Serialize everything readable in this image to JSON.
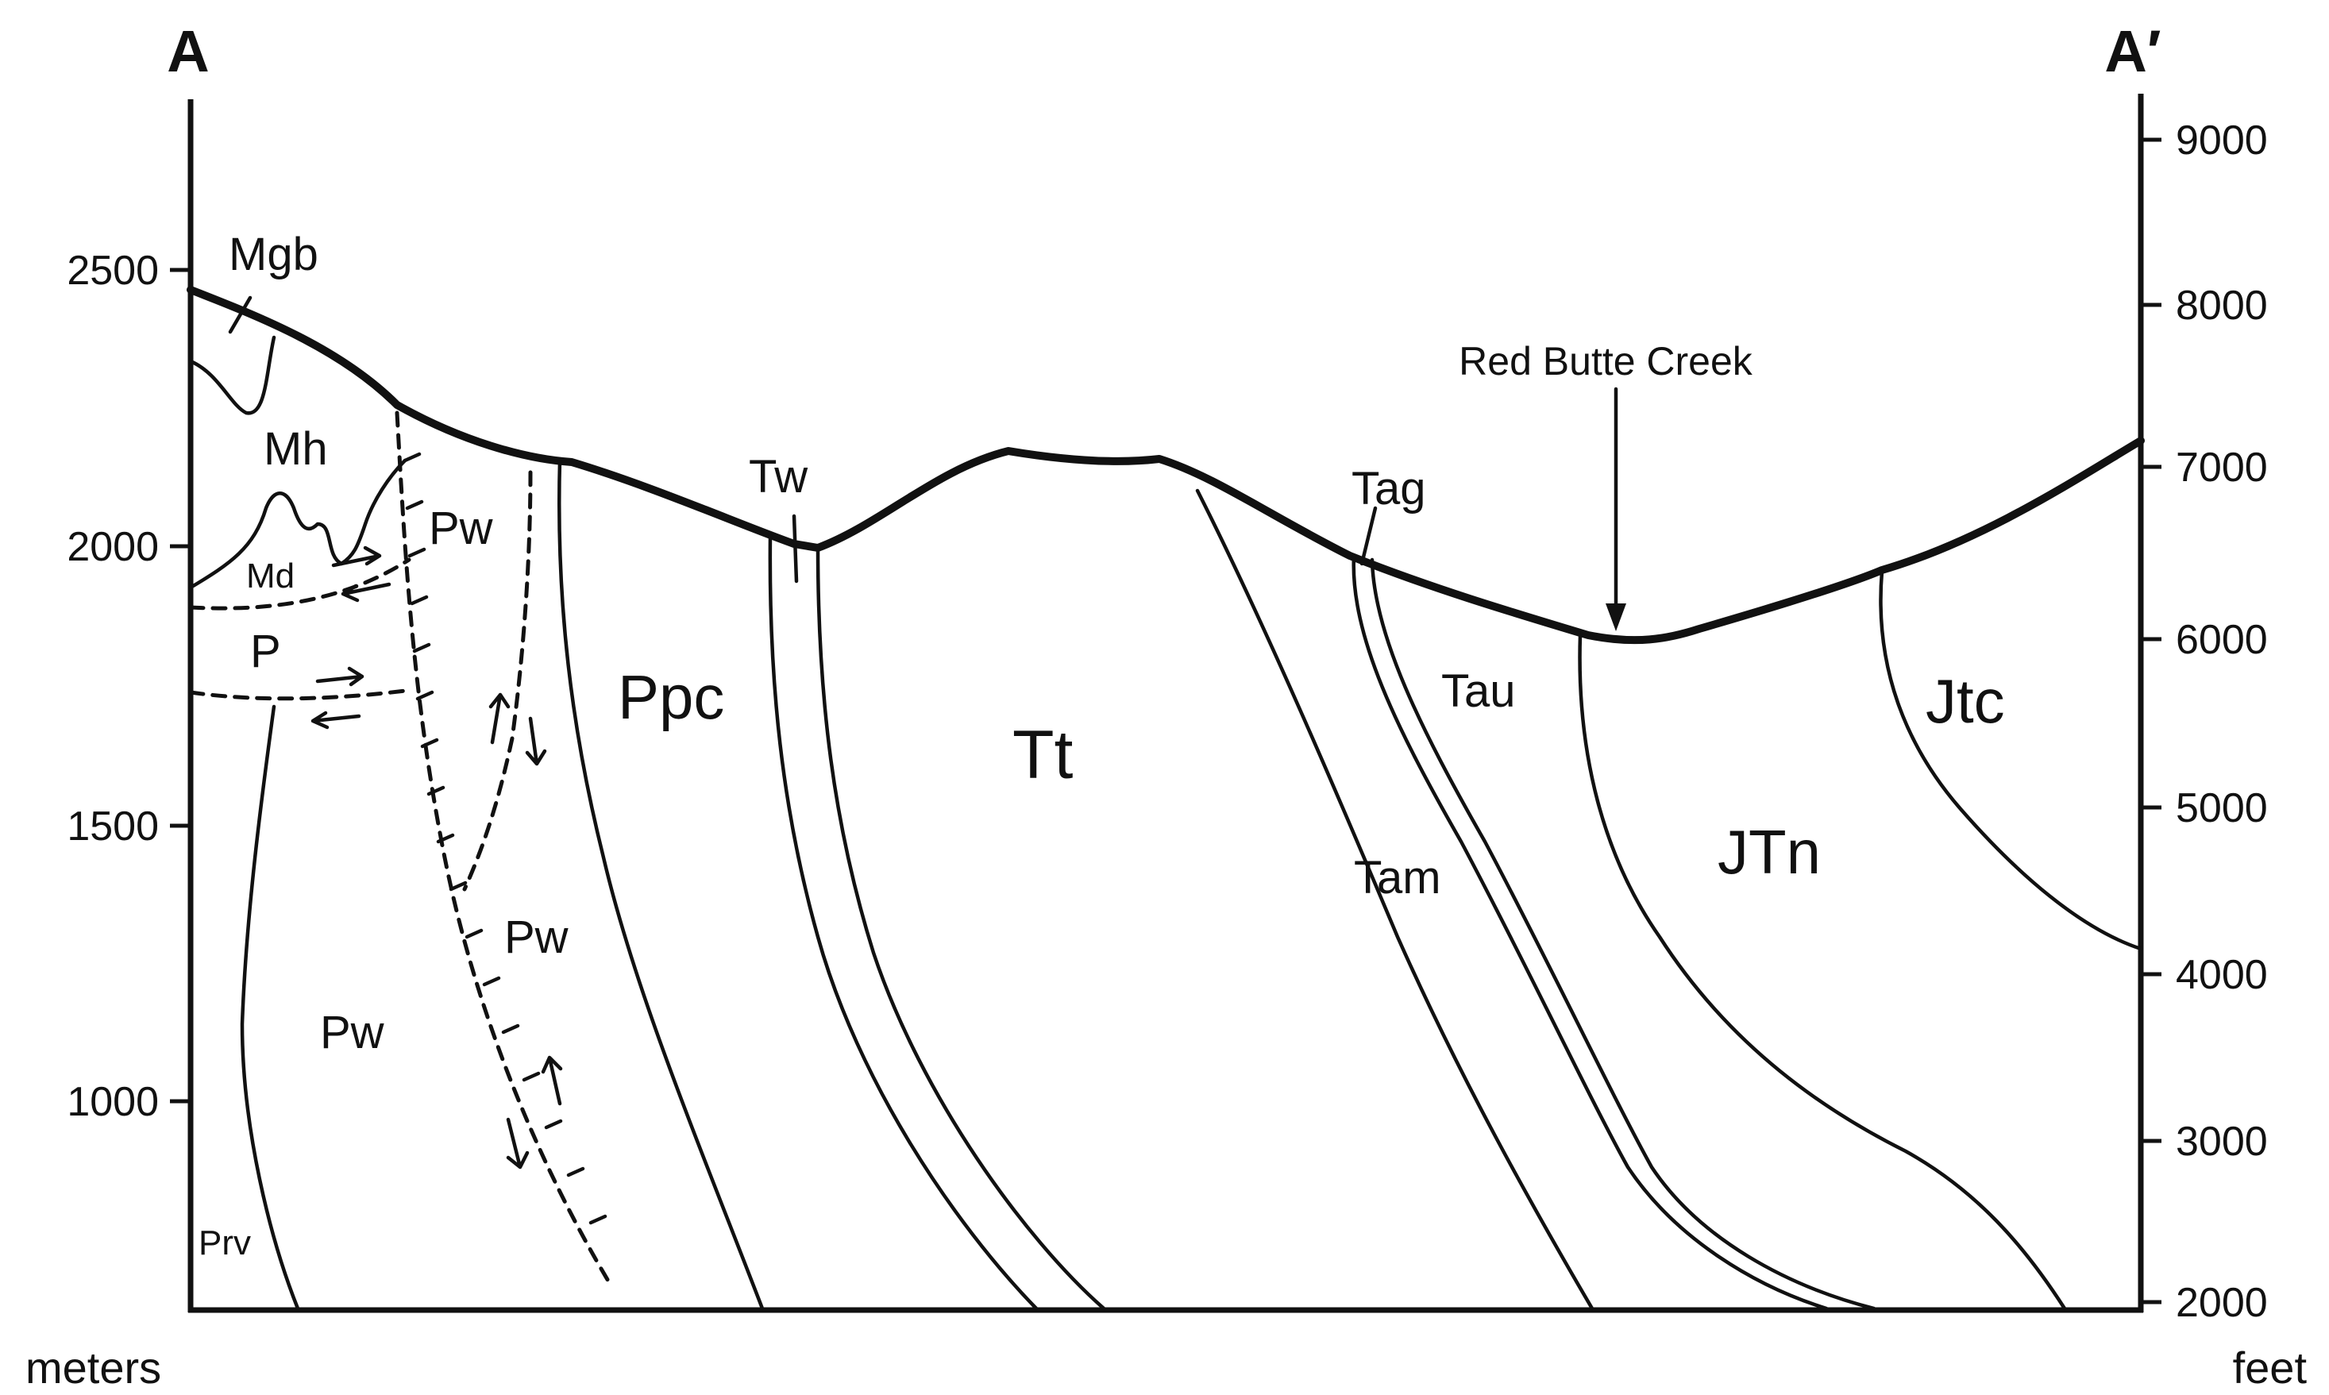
{
  "section": {
    "left_end_label": "A",
    "right_end_label": "A′"
  },
  "left_axis": {
    "unit": "meters",
    "ticks": [
      "2500",
      "2000",
      "1500",
      "1000"
    ]
  },
  "right_axis": {
    "unit": "feet",
    "ticks": [
      "9000",
      "8000",
      "7000",
      "6000",
      "5000",
      "4000",
      "3000",
      "2000"
    ]
  },
  "units": {
    "Mgb": "Mgb",
    "Mh": "Mh",
    "Md": "Md",
    "P": "P",
    "Pw_upper": "Pw",
    "Pw_middle": "Pw",
    "Pw_lower": "Pw",
    "Prv": "Prv",
    "Ppc": "Ppc",
    "Tw": "Tw",
    "Tt": "Tt",
    "Tag": "Tag",
    "Tam": "Tam",
    "Tau": "Tau",
    "JTn": "JTn",
    "Jtc": "Jtc"
  },
  "annotation": {
    "creek": "Red Butte Creek"
  },
  "colors": {
    "ink": "#111111",
    "paper": "#ffffff"
  }
}
